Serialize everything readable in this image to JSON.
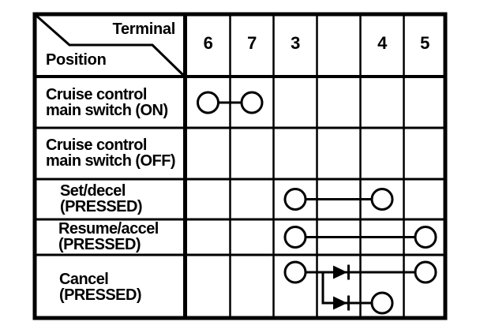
{
  "diagram": {
    "corner": {
      "top_label": "Terminal",
      "bottom_label": "Position"
    },
    "terminals": [
      "6",
      "7",
      "3",
      "",
      "4",
      "5"
    ],
    "rows": [
      {
        "label": "Cruise control\nmain switch (ON)",
        "connections": [
          {
            "from": "6",
            "to": "7",
            "diode": false
          }
        ]
      },
      {
        "label": "Cruise control\nmain switch (OFF)",
        "connections": []
      },
      {
        "label": "Set/decel\n(PRESSED)",
        "connections": [
          {
            "from": "3",
            "to": "4",
            "diode": false
          }
        ]
      },
      {
        "label": "Resume/accel\n(PRESSED)",
        "connections": [
          {
            "from": "3",
            "to": "5",
            "diode": false
          }
        ]
      },
      {
        "label": "Cancel\n(PRESSED)",
        "connections": [
          {
            "from": "3",
            "to": "5",
            "diode": true
          },
          {
            "from": "3",
            "to": "4",
            "diode": true
          }
        ]
      }
    ],
    "colors": {
      "ink": "#000000",
      "paper": "#ffffff"
    }
  }
}
